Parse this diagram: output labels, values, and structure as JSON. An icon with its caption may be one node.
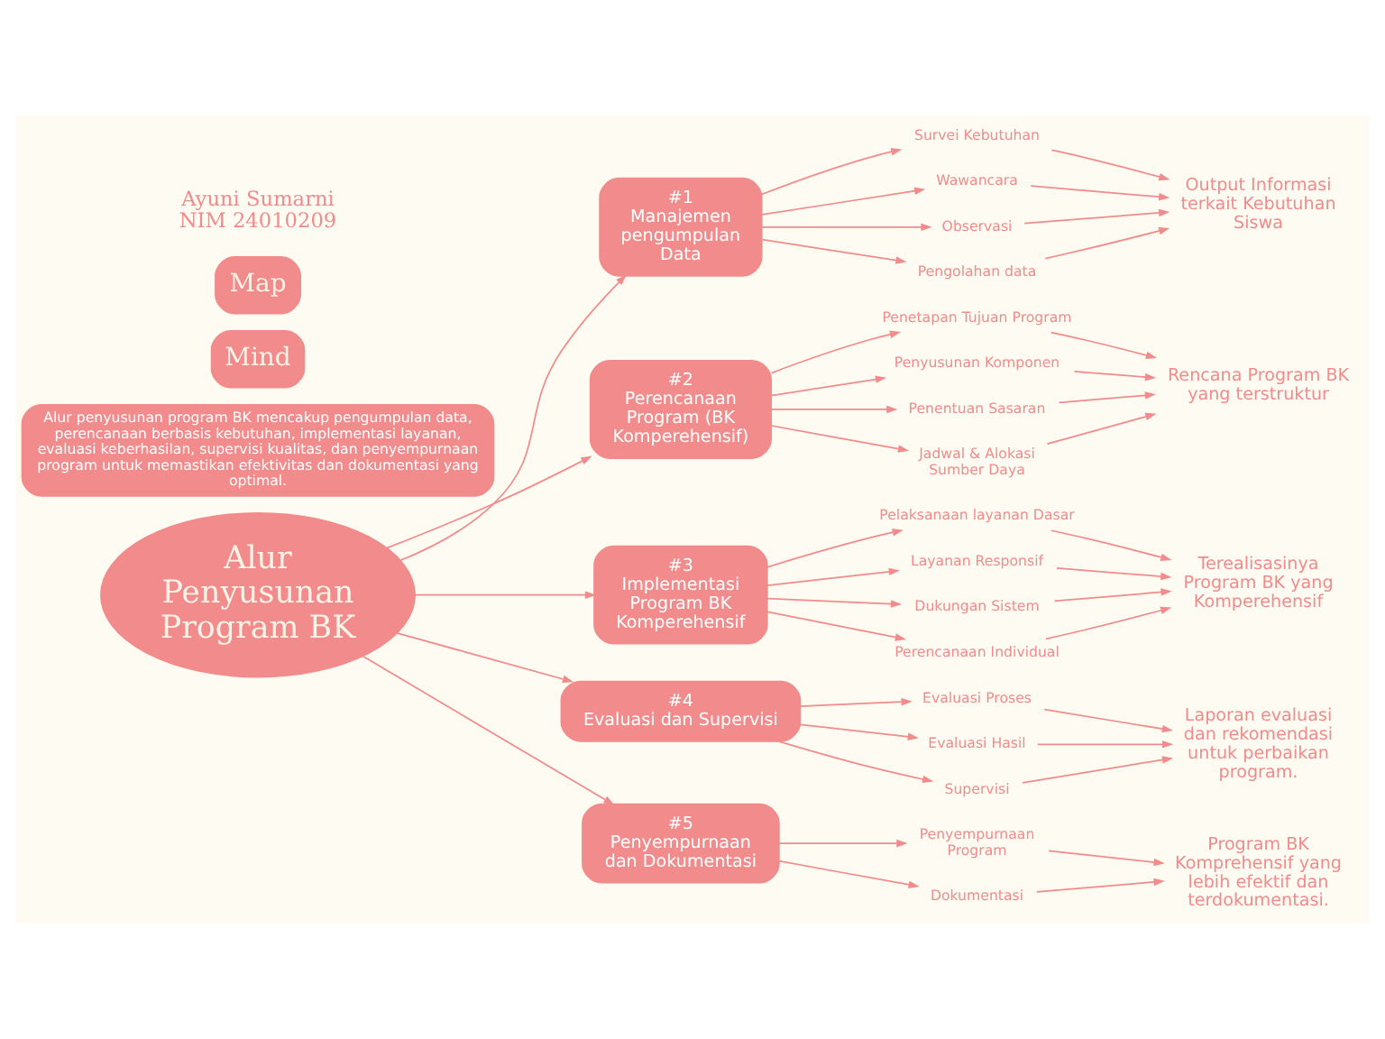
{
  "diagram": {
    "nodes": [
      {
        "text": [
          "Alur Penyusunan Program BK"
        ]
      },
      {
        "text": [
          "#1",
          "Manajemen pengumpulan Data"
        ]
      },
      {
        "text": [
          "Survei Kebutuhan"
        ]
      },
      {
        "text": [
          "Wawancara"
        ]
      },
      {
        "text": [
          "Observasi"
        ]
      },
      {
        "text": [
          "Pengolahan data"
        ]
      },
      {
        "text": [
          "Output Informasi terkait Kebutuhan Siswa"
        ]
      },
      {
        "text": [
          "#2",
          "Perencanaan Program (BK Komperehensif)"
        ]
      },
      {
        "text": [
          "Penetapan Tujuan Program"
        ]
      },
      {
        "text": [
          "Penyusunan Komponen"
        ]
      },
      {
        "text": [
          "Penentuan Sasaran"
        ]
      },
      {
        "text": [
          "Jadwal & Alokasi Sumber Daya"
        ]
      },
      {
        "text": [
          "Rencana Program BK yang terstruktur"
        ]
      },
      {
        "text": [
          "#3",
          "Implementasi Program BK Komperehensif"
        ]
      },
      {
        "text": [
          "Pelaksanaan layanan Dasar"
        ]
      },
      {
        "text": [
          "Layanan Responsif"
        ]
      },
      {
        "text": [
          "Dukungan Sistem"
        ]
      },
      {
        "text": [
          "Perencanaan Individual"
        ]
      },
      {
        "text": [
          "Terealisasinya Program BK yang Komperehensif"
        ]
      },
      {
        "text": [
          "#4",
          "Evaluasi dan Supervisi"
        ]
      },
      {
        "text": [
          "Evaluasi Proses"
        ]
      },
      {
        "text": [
          "Evaluasi Hasil"
        ]
      },
      {
        "text": [
          "Supervisi"
        ]
      },
      {
        "text": [
          "Laporan evaluasi dan rekomendasi untuk perbaikan program."
        ]
      },
      {
        "text": [
          "#5",
          "Penyempurnaan dan Dokumentasi"
        ]
      },
      {
        "text": [
          "Penyempurnaan Program"
        ]
      },
      {
        "text": [
          "Dokumentasi"
        ]
      },
      {
        "text": [
          "Program BK Komprehensif yang lebih efektif dan terdokumentasi."
        ]
      },
      {
        "text": [
          "Alur penyusunan program BK mencakup pengumpulan data, perencanaan berbasis kebutuhan, implementasi layanan, evaluasi keberhasilan, supervisi kualitas, dan penyempurnaan program untuk memastikan efektivitas dan dokumentasi yang optimal."
        ]
      }
    ],
    "edges": [
      {
        "from": 0,
        "to": 1,
        "arrow": "to"
      },
      {
        "from": 0,
        "to": 7,
        "arrow": "to"
      },
      {
        "from": 0,
        "to": 13,
        "arrow": "to"
      },
      {
        "from": 0,
        "to": 19,
        "arrow": "to"
      },
      {
        "from": 0,
        "to": 24,
        "arrow": "to"
      },
      {
        "from": 1,
        "to": 2,
        "arrow": "to"
      },
      {
        "from": 1,
        "to": 3,
        "arrow": "to"
      },
      {
        "from": 1,
        "to": 4,
        "arrow": "to"
      },
      {
        "from": 1,
        "to": 5,
        "arrow": "to"
      },
      {
        "from": 2,
        "to": 6,
        "arrow": "to"
      },
      {
        "from": 3,
        "to": 6,
        "arrow": "to"
      },
      {
        "from": 4,
        "to": 6,
        "arrow": "to"
      },
      {
        "from": 5,
        "to": 6,
        "arrow": "to"
      },
      {
        "from": 7,
        "to": 8,
        "arrow": "to"
      },
      {
        "from": 7,
        "to": 9,
        "arrow": "to"
      },
      {
        "from": 7,
        "to": 10,
        "arrow": "to"
      },
      {
        "from": 7,
        "to": 11,
        "arrow": "to"
      },
      {
        "from": 8,
        "to": 12,
        "arrow": "to"
      },
      {
        "from": 9,
        "to": 12,
        "arrow": "to"
      },
      {
        "from": 10,
        "to": 12,
        "arrow": "to"
      },
      {
        "from": 11,
        "to": 12,
        "arrow": "to"
      },
      {
        "from": 13,
        "to": 14,
        "arrow": "to"
      },
      {
        "from": 13,
        "to": 15,
        "arrow": "to"
      },
      {
        "from": 13,
        "to": 16,
        "arrow": "to"
      },
      {
        "from": 13,
        "to": 17,
        "arrow": "to"
      },
      {
        "from": 14,
        "to": 18,
        "arrow": "to"
      },
      {
        "from": 15,
        "to": 18,
        "arrow": "to"
      },
      {
        "from": 16,
        "to": 18,
        "arrow": "to"
      },
      {
        "from": 17,
        "to": 18,
        "arrow": "to"
      },
      {
        "from": 19,
        "to": 20,
        "arrow": "to"
      },
      {
        "from": 19,
        "to": 21,
        "arrow": "to"
      },
      {
        "from": 19,
        "to": 22,
        "arrow": "to"
      },
      {
        "from": 20,
        "to": 23,
        "arrow": "to"
      },
      {
        "from": 21,
        "to": 23,
        "arrow": "to"
      },
      {
        "from": 22,
        "to": 23,
        "arrow": "to"
      },
      {
        "from": 24,
        "to": 25,
        "arrow": "to"
      },
      {
        "from": 24,
        "to": 26,
        "arrow": "to"
      },
      {
        "from": 25,
        "to": 27,
        "arrow": "to"
      },
      {
        "from": 26,
        "to": 27,
        "arrow": "to"
      }
    ],
    "labels": [
      "Mind",
      "Map",
      "Ayuni Sumarni NIM 24010209"
    ]
  }
}
